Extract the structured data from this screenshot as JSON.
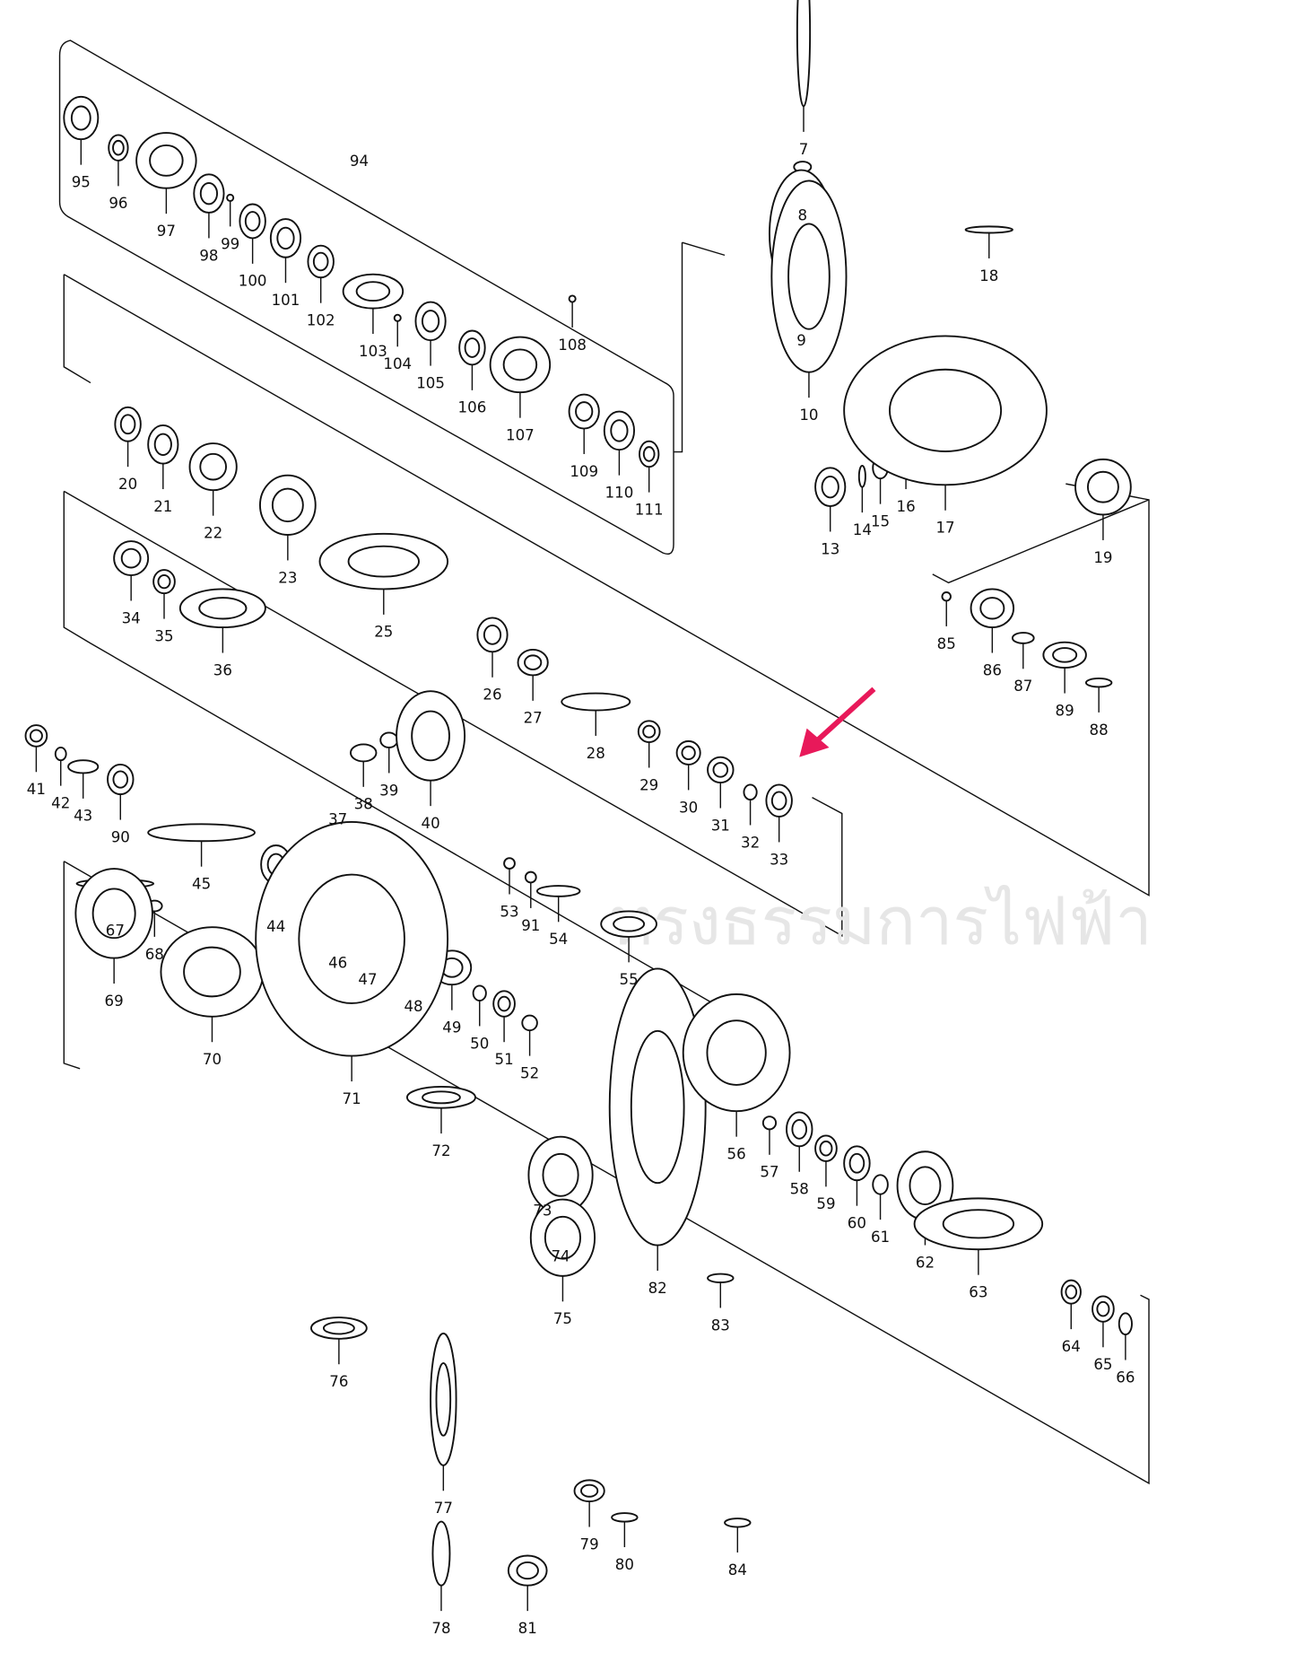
{
  "diagram": {
    "group_label": "94",
    "parts": [
      "95",
      "96",
      "97",
      "98",
      "99",
      "100",
      "101",
      "102",
      "103",
      "104",
      "105",
      "106",
      "107",
      "108",
      "109",
      "110",
      "111",
      "94",
      "7",
      "8",
      "9",
      "10",
      "13",
      "14",
      "15",
      "16",
      "17",
      "18",
      "19",
      "20",
      "21",
      "22",
      "23",
      "25",
      "26",
      "27",
      "28",
      "29",
      "30",
      "31",
      "32",
      "33",
      "34",
      "35",
      "36",
      "37",
      "38",
      "39",
      "41",
      "42",
      "43",
      "90",
      "45",
      "44",
      "46",
      "47",
      "40",
      "48",
      "49",
      "50",
      "51",
      "52",
      "53",
      "91",
      "54",
      "55",
      "85",
      "86",
      "87",
      "89",
      "88",
      "67",
      "68",
      "69",
      "70",
      "71",
      "72",
      "73",
      "74",
      "75",
      "76",
      "77",
      "78",
      "79",
      "80",
      "81",
      "82",
      "83",
      "84",
      "56",
      "57",
      "58",
      "59",
      "60",
      "61",
      "62",
      "63",
      "64",
      "65",
      "66"
    ],
    "highlighted_part": "33",
    "watermark": "ทรงธรรมการไฟฟ้า",
    "colors": {
      "line": "#111111",
      "highlight_arrow": "#e8195a",
      "watermark": "#e6e6e6"
    }
  }
}
